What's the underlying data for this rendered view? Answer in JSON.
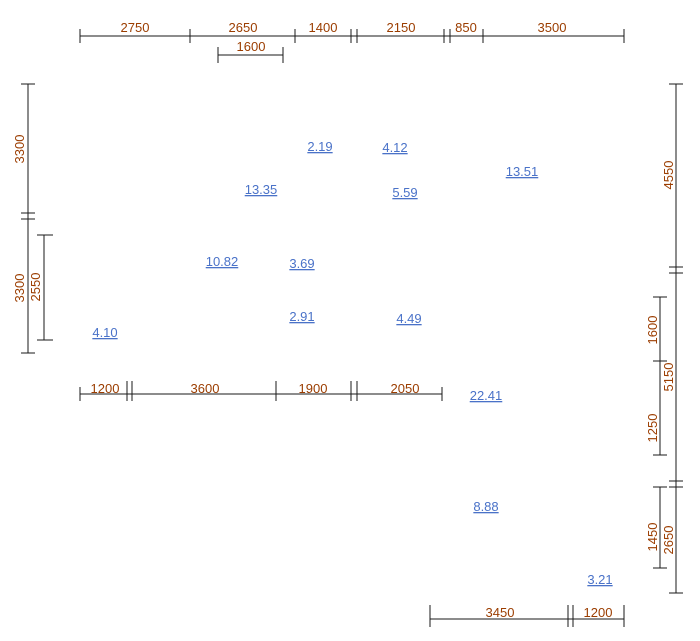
{
  "colors": {
    "dimension_text": "#9b3d00",
    "area_text": "#4a72c8",
    "lines": "#1a1a1a"
  },
  "dimensions": {
    "top_row": [
      "2750",
      "2650",
      "1400",
      "2150",
      "850",
      "3500"
    ],
    "top_sub": [
      "1600"
    ],
    "left_outer": [
      "3300",
      "3300"
    ],
    "left_inner": [
      "2550"
    ],
    "mid_row": [
      "1200",
      "3600",
      "1900",
      "2050"
    ],
    "right_outer": [
      "4550",
      "5150",
      "2650"
    ],
    "right_inner": [
      "1600",
      "1250",
      "1450"
    ],
    "bottom_row": [
      "3450",
      "1200"
    ]
  },
  "areas": [
    "2.19",
    "4.12",
    "13.51",
    "13.35",
    "5.59",
    "10.82",
    "3.69",
    "2.91",
    "4.49",
    "4.10",
    "22.41",
    "8.88",
    "3.21"
  ]
}
